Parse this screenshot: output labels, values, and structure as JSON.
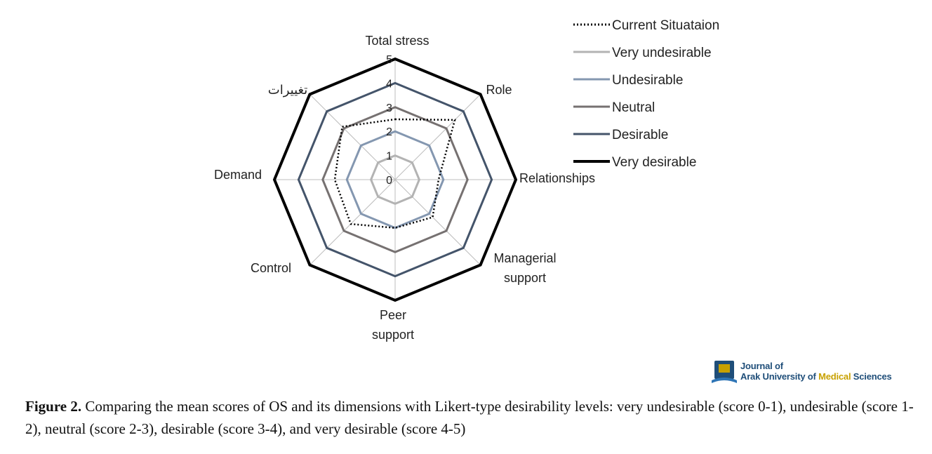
{
  "chart_data": {
    "type": "radar",
    "axes": [
      "Total stress",
      "Role",
      "Relationships",
      "Managerial support",
      "Peer support",
      "Control",
      "Demand",
      "تغییرات"
    ],
    "axis_label_lines": [
      [
        "Total stress"
      ],
      [
        "Role"
      ],
      [
        "Relationships"
      ],
      [
        "Managerial",
        "support"
      ],
      [
        "Peer",
        "support"
      ],
      [
        "Control"
      ],
      [
        "Demand"
      ],
      [
        "تغییرات"
      ]
    ],
    "rlim": [
      0,
      5
    ],
    "ticks": [
      "0",
      "1",
      "2",
      "3",
      "4",
      "5"
    ],
    "series": [
      {
        "name": "Current Situataion",
        "values": [
          2.5,
          3.5,
          1.8,
          2.2,
          2.0,
          2.6,
          2.5,
          3.1
        ],
        "color": "#000000",
        "style": "dotted"
      },
      {
        "name": "Very undesirable",
        "values": [
          1,
          1,
          1,
          1,
          1,
          1,
          1,
          1
        ],
        "color": "#b3b3b3",
        "style": "solid"
      },
      {
        "name": "Undesirable",
        "values": [
          2,
          2,
          2,
          2,
          2,
          2,
          2,
          2
        ],
        "color": "#8497b0",
        "style": "solid"
      },
      {
        "name": "Neutral",
        "values": [
          3,
          3,
          3,
          3,
          3,
          3,
          3,
          3
        ],
        "color": "#767171",
        "style": "solid"
      },
      {
        "name": "Desirable",
        "values": [
          4,
          4,
          4,
          4,
          4,
          4,
          4,
          4
        ],
        "color": "#44546a",
        "style": "solid"
      },
      {
        "name": "Very desirable",
        "values": [
          5,
          5,
          5,
          5,
          5,
          5,
          5,
          5
        ],
        "color": "#000000",
        "style": "solid"
      }
    ],
    "legend_position": "right"
  },
  "logo": {
    "line1": "Journal of",
    "line2_parts": [
      "Arak University of ",
      "Medical",
      " Sciences"
    ]
  },
  "caption": {
    "label": "Figure 2.",
    "text": " Comparing the mean scores of OS and its dimensions with Likert-type desirability levels: very undesirable (score 0-1), undesirable (score 1-2), neutral (score 2-3), desirable (score 3-4), and very desirable (score 4-5)"
  }
}
